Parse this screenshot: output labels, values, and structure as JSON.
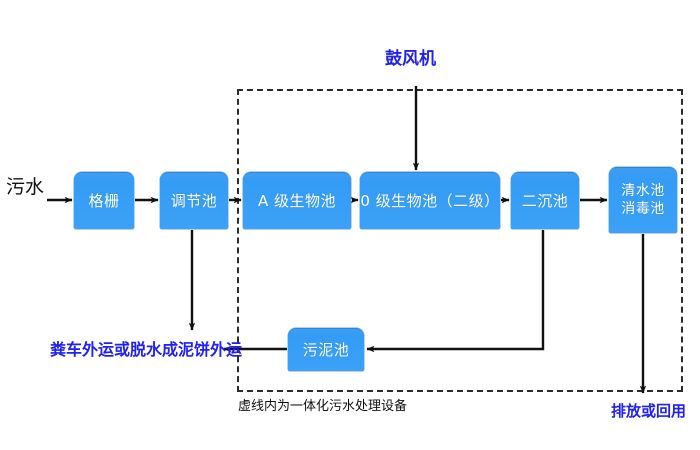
{
  "diagram": {
    "title_note": "虚线内为一体化污水处理设备",
    "enclosure_label": "虚线内为一体化污水处理设备",
    "inlet_label": "污水",
    "blower_label": "鼓风机",
    "sludge_haul_label": "粪车外运或脱水成泥饼外运",
    "discharge_label": "排放或回用",
    "nodes": [
      {
        "id": "grid",
        "label": "格栅"
      },
      {
        "id": "adjust",
        "label": "调节池"
      },
      {
        "id": "a-stage",
        "label": "A 级生物池"
      },
      {
        "id": "o-stage",
        "label": "0 级生物池（二级）"
      },
      {
        "id": "clarifier",
        "label": "二沉池"
      },
      {
        "id": "clearwater",
        "label": "清水池\n消毒池"
      },
      {
        "id": "sludge",
        "label": "污泥池"
      }
    ],
    "colors": {
      "node_fill": "#3a9ef5",
      "node_text": "#ffffff",
      "accent_blue_text": "#2020f0",
      "line": "#111111",
      "dashed_border": "#2b2b2b",
      "background": "#ffffff"
    },
    "flow_sequence": [
      "污水",
      "格栅",
      "调节池",
      "A 级生物池",
      "0 级生物池（二级）",
      "二沉池",
      "清水池消毒池",
      "排放或回用"
    ],
    "sludge_flow": [
      "二沉池",
      "污泥池",
      "粪车外运或脱水成泥饼外运"
    ],
    "adjust_to_haul": [
      "调节池",
      "粪车外运或脱水成泥饼外运"
    ]
  }
}
